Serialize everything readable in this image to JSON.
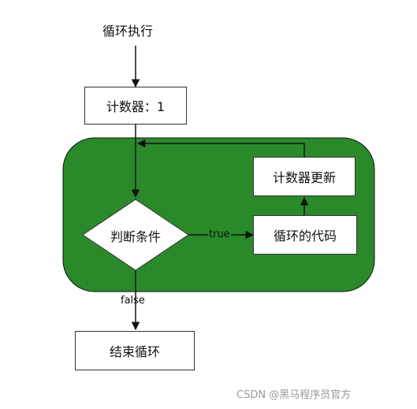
{
  "flowchart": {
    "start_label": "循环执行",
    "init_box": "计数器：1",
    "condition": "判断条件",
    "loop_body": "循环的代码",
    "counter_update": "计数器更新",
    "end_box": "结束循环",
    "true_label": "true",
    "false_label": "false"
  },
  "colors": {
    "loop_region": "#2a8a2a",
    "stroke": "#111111"
  },
  "watermark": "CSDN @黑马程序员官方"
}
